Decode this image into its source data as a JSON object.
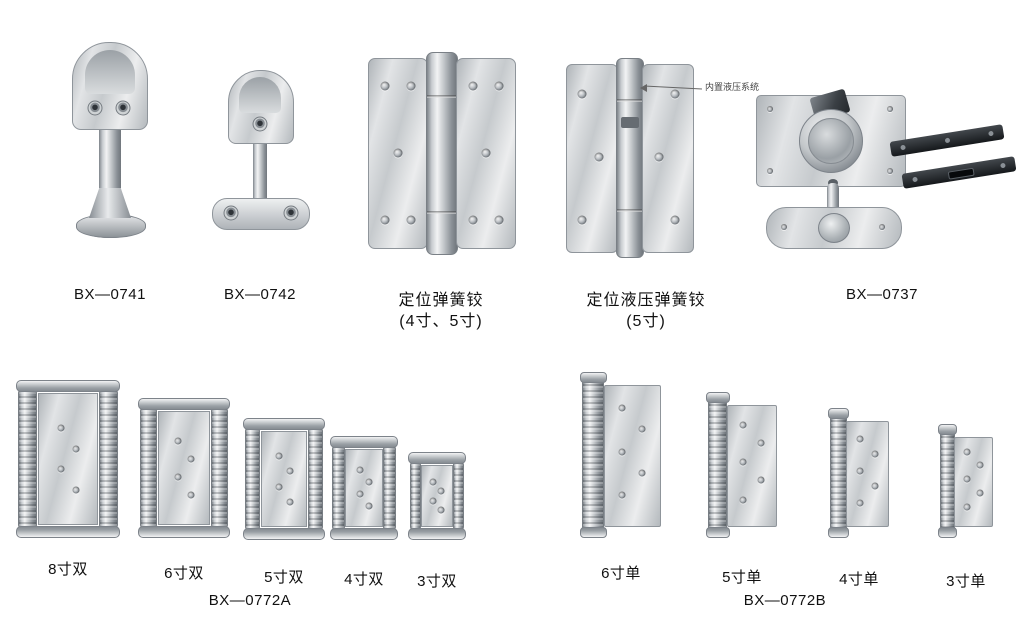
{
  "products": {
    "top": [
      {
        "label": "BX—0741"
      },
      {
        "label": "BX—0742"
      },
      {
        "label1": "定位弹簧铰",
        "label2": "(4寸、5寸)"
      },
      {
        "label1": "定位液压弹簧铰",
        "label2": "(5寸)",
        "annotation": "内置液压系统"
      },
      {
        "label": "BX—0737"
      }
    ],
    "group_a": {
      "label": "BX—0772A",
      "items": [
        {
          "size": "8寸双"
        },
        {
          "size": "6寸双"
        },
        {
          "size": "5寸双"
        },
        {
          "size": "4寸双"
        },
        {
          "size": "3寸双"
        }
      ]
    },
    "group_b": {
      "label": "BX—0772B",
      "items": [
        {
          "size": "6寸单"
        },
        {
          "size": "5寸单"
        },
        {
          "size": "4寸单"
        },
        {
          "size": "3寸单"
        }
      ]
    }
  },
  "colors": {
    "background": "#ffffff",
    "metal_light": "#f2f3f4",
    "metal_dark": "#70767c",
    "strip_dark": "#17191c",
    "text": "#111111"
  }
}
